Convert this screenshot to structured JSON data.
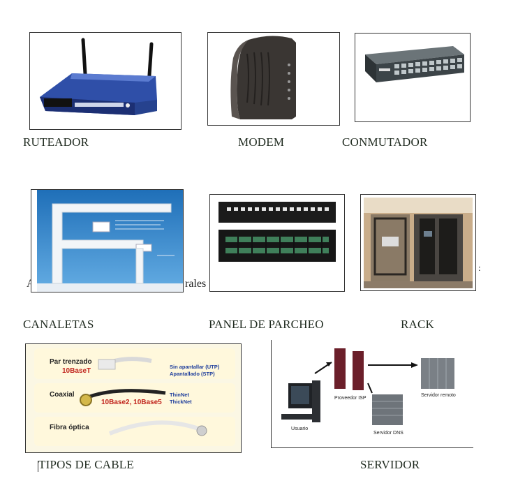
{
  "captions": {
    "router": "RUTEADOR",
    "modem": "MODEM",
    "switch": "CONMUTADOR",
    "duct": "CANALETAS",
    "patch_panel": "PANEL DE PARCHEO",
    "rack": "RACK",
    "cables": "TIPOS DE CABLE",
    "server": "SERVIDOR"
  },
  "stray_text": {
    "left_a": "A",
    "rales": "rales",
    "right_mark": ":"
  },
  "cable_panel": {
    "twisted_title": "Par trenzado",
    "twisted_std": "10BaseT",
    "utp": "Sin apantallar (UTP)",
    "stp": "Apantallado (STP)",
    "coax_title": "Coaxial",
    "thinnet": "ThinNet",
    "thicknet": "ThickNet",
    "coax_std": "10Base2, 10Base5",
    "fiber_title": "Fibra óptica"
  },
  "server_diagram": {
    "user": "Usuario",
    "isp": "Proveedor ISP",
    "dns": "Servidor DNS",
    "remote": "Servidor remoto"
  }
}
